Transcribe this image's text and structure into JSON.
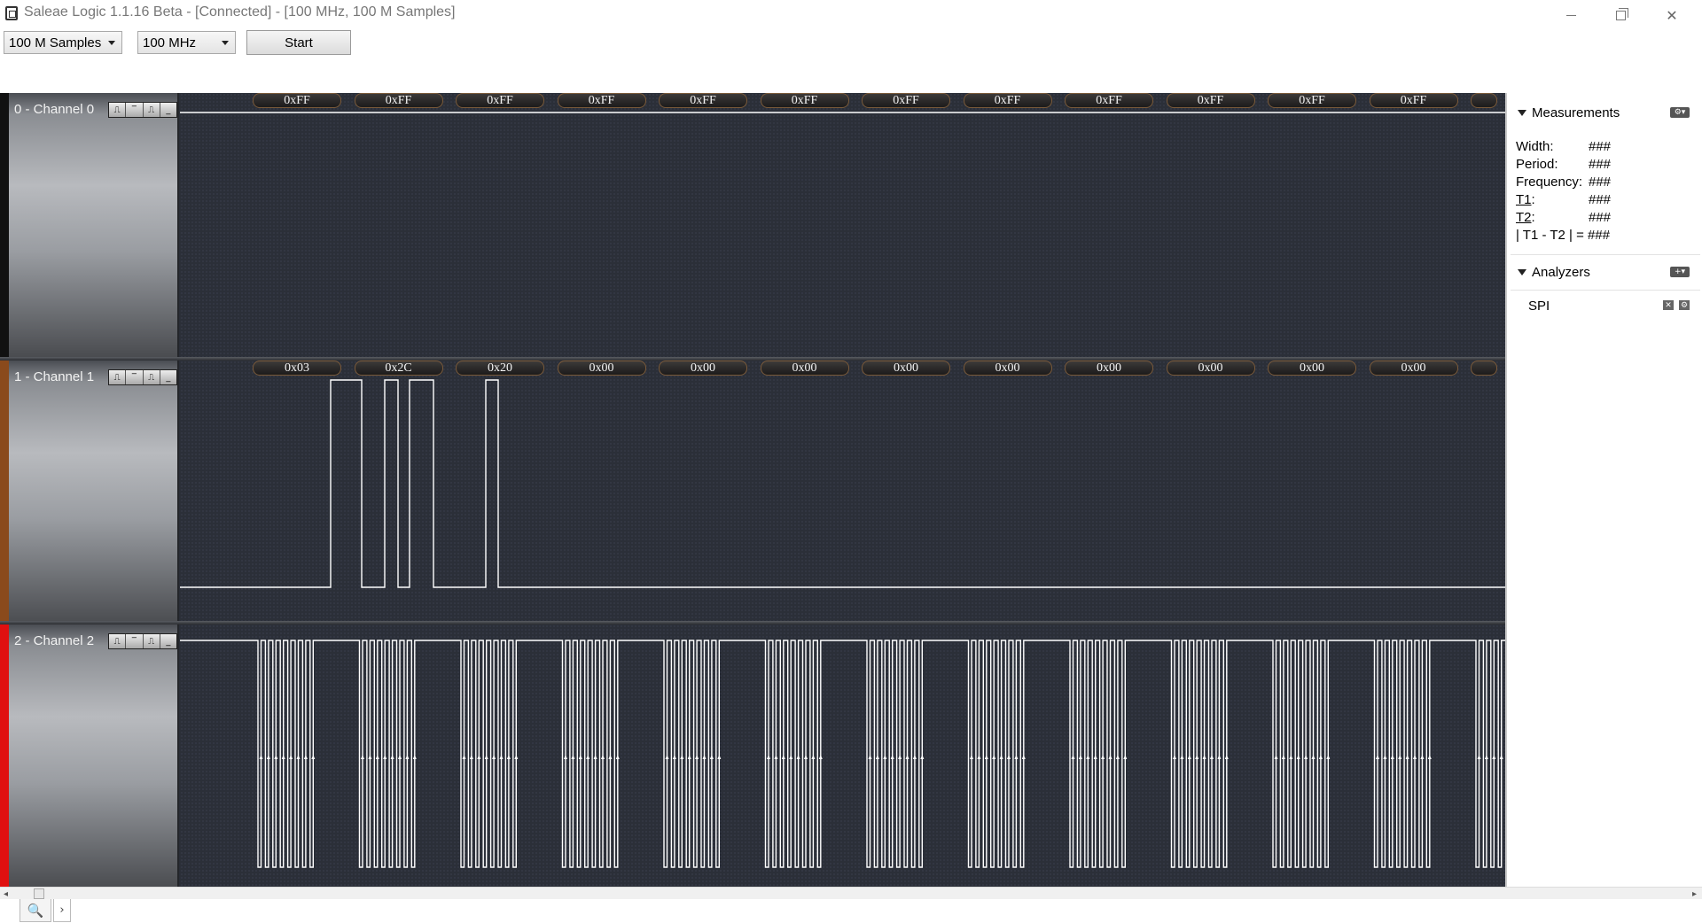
{
  "window": {
    "title": "Saleae Logic 1.1.16 Beta - [Connected] - [100 MHz, 100 M Samples]"
  },
  "toolbar": {
    "samples_value": "100 M Samples",
    "rate_value": "100 MHz",
    "start_label": "Start"
  },
  "channels": [
    {
      "name": "0 - Channel 0",
      "color": "#111111",
      "bubbles": [
        "0xFF",
        "0xFF",
        "0xFF",
        "0xFF",
        "0xFF",
        "0xFF",
        "0xFF",
        "0xFF",
        "0xFF",
        "0xFF",
        "0xFF",
        "0xFF"
      ]
    },
    {
      "name": "1 - Channel 1",
      "color": "#8a4a1c",
      "bubbles": [
        "0x03",
        "0x2C",
        "0x20",
        "0x00",
        "0x00",
        "0x00",
        "0x00",
        "0x00",
        "0x00",
        "0x00",
        "0x00",
        "0x00"
      ]
    },
    {
      "name": "2 - Channel 2",
      "color": "#e01010",
      "bubbles": []
    }
  ],
  "measurements": {
    "header": "Measurements",
    "rows": [
      {
        "label": "Width:",
        "value": "###"
      },
      {
        "label": "Period:",
        "value": "###"
      },
      {
        "label": "Frequency:",
        "value": "###"
      },
      {
        "label": "T1",
        "suffix": ":",
        "value": "###"
      },
      {
        "label": "T2",
        "suffix": ":",
        "value": "###"
      },
      {
        "label": "| T1 - T2 | = ###"
      }
    ]
  },
  "analyzers": {
    "header": "Analyzers",
    "items": [
      "SPI"
    ]
  }
}
